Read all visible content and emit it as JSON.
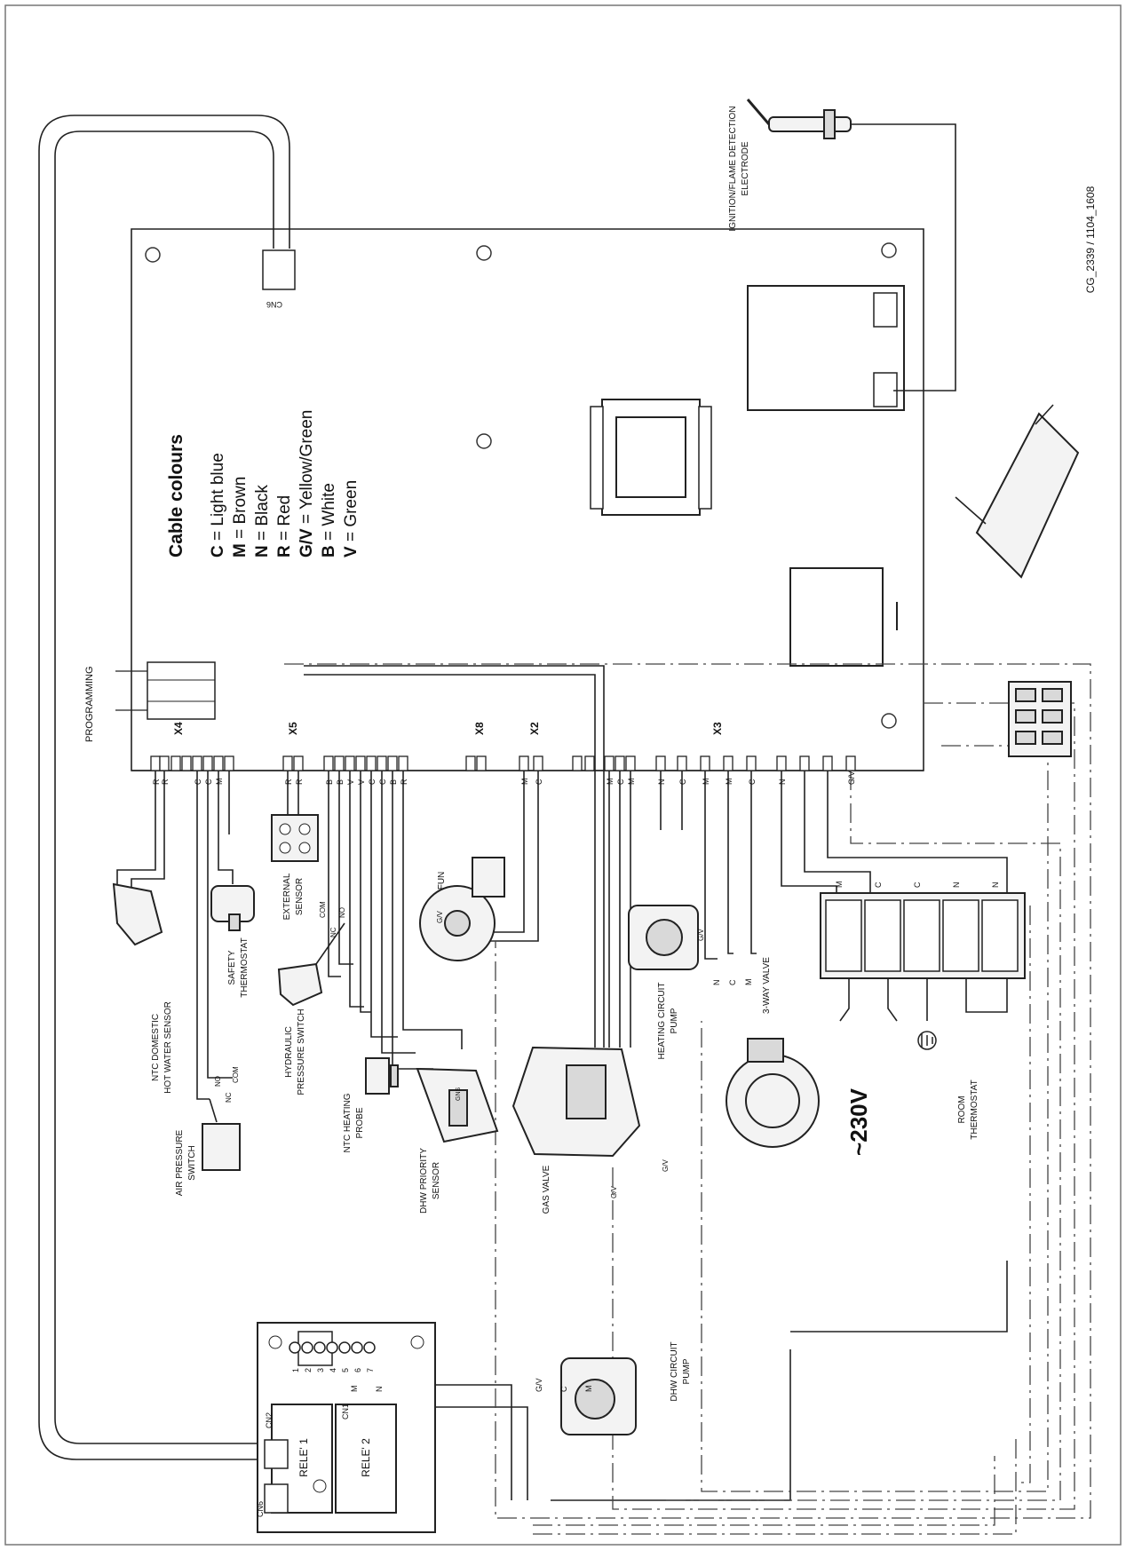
{
  "drawing_code": "CG_2339 / 1104_1608",
  "legend": {
    "title": "Cable colours",
    "entries": [
      {
        "code": "C",
        "meaning": "= Light blue"
      },
      {
        "code": "M",
        "meaning": "= Brown"
      },
      {
        "code": "N",
        "meaning": "= Black"
      },
      {
        "code": "R",
        "meaning": "= Red"
      },
      {
        "code": "G/V",
        "meaning": "= Yellow/Green"
      },
      {
        "code": "B",
        "meaning": "= White"
      },
      {
        "code": "V",
        "meaning": "= Green"
      }
    ]
  },
  "board": {
    "connectors": {
      "x4": "X4",
      "x5": "X5",
      "x8": "X8",
      "x2": "X2",
      "x3": "X3",
      "cn6": "CN6"
    },
    "programming": "PROGRAMMING"
  },
  "components": {
    "ignition_electrode": [
      "IGNITION/FLAME DETECTION",
      "ELECTRODE"
    ],
    "ntc_dhw": [
      "NTC DOMESTIC",
      "HOT WATER SENSOR"
    ],
    "safety_thermostat": [
      "SAFETY",
      "THERMOSTAT"
    ],
    "external_sensor": [
      "EXTERNAL",
      "SENSOR"
    ],
    "hydraulic_switch": [
      "HYDRAULIC",
      "PRESSURE SWITCH"
    ],
    "air_pressure_switch": [
      "AIR PRESSURE",
      "SWITCH"
    ],
    "ntc_heating": [
      "NTC HEATING",
      "PROBE"
    ],
    "dhw_priority": [
      "DHW PRIORITY",
      "SENSOR"
    ],
    "fan": "FUN",
    "gas_valve": "GAS VALVE",
    "heating_pump": [
      "HEATING CIRCUIT",
      "PUMP"
    ],
    "three_way_valve": "3-WAY VALVE",
    "supply": "~230V",
    "room_thermostat": [
      "ROOM",
      "THERMOSTAT"
    ],
    "dhw_pump": [
      "DHW CIRCUIT",
      "PUMP"
    ]
  },
  "relay_board": {
    "rele1": "RELE' 1",
    "rele2": "RELE' 2",
    "cn1": "CN1",
    "cn2": "CN2",
    "cn6": "CN6",
    "terminals": [
      "1",
      "2",
      "3",
      "4",
      "5",
      "6",
      "7"
    ],
    "t5": "M",
    "t7": "N"
  },
  "wire_codes": {
    "x4": [
      "R",
      "R",
      "C",
      "C",
      "M"
    ],
    "x5": [
      "R",
      "R",
      "B",
      "B",
      "V",
      "V",
      "C",
      "C",
      "B",
      "R"
    ],
    "x2": [
      "M",
      "C"
    ],
    "x3": [
      "M",
      "C",
      "M",
      "N",
      "C",
      "M",
      "M",
      "C",
      "N",
      "G/V"
    ],
    "switch_contacts": [
      "NO",
      "NC",
      "COM"
    ],
    "gv": "G/V",
    "valve_terminals": [
      "M",
      "C",
      "C",
      "N",
      "N"
    ],
    "pump_terminals": [
      "N",
      "C",
      "M"
    ],
    "dhw_terminals": [
      "G/V",
      "C",
      "M"
    ],
    "gns": "GNS"
  }
}
